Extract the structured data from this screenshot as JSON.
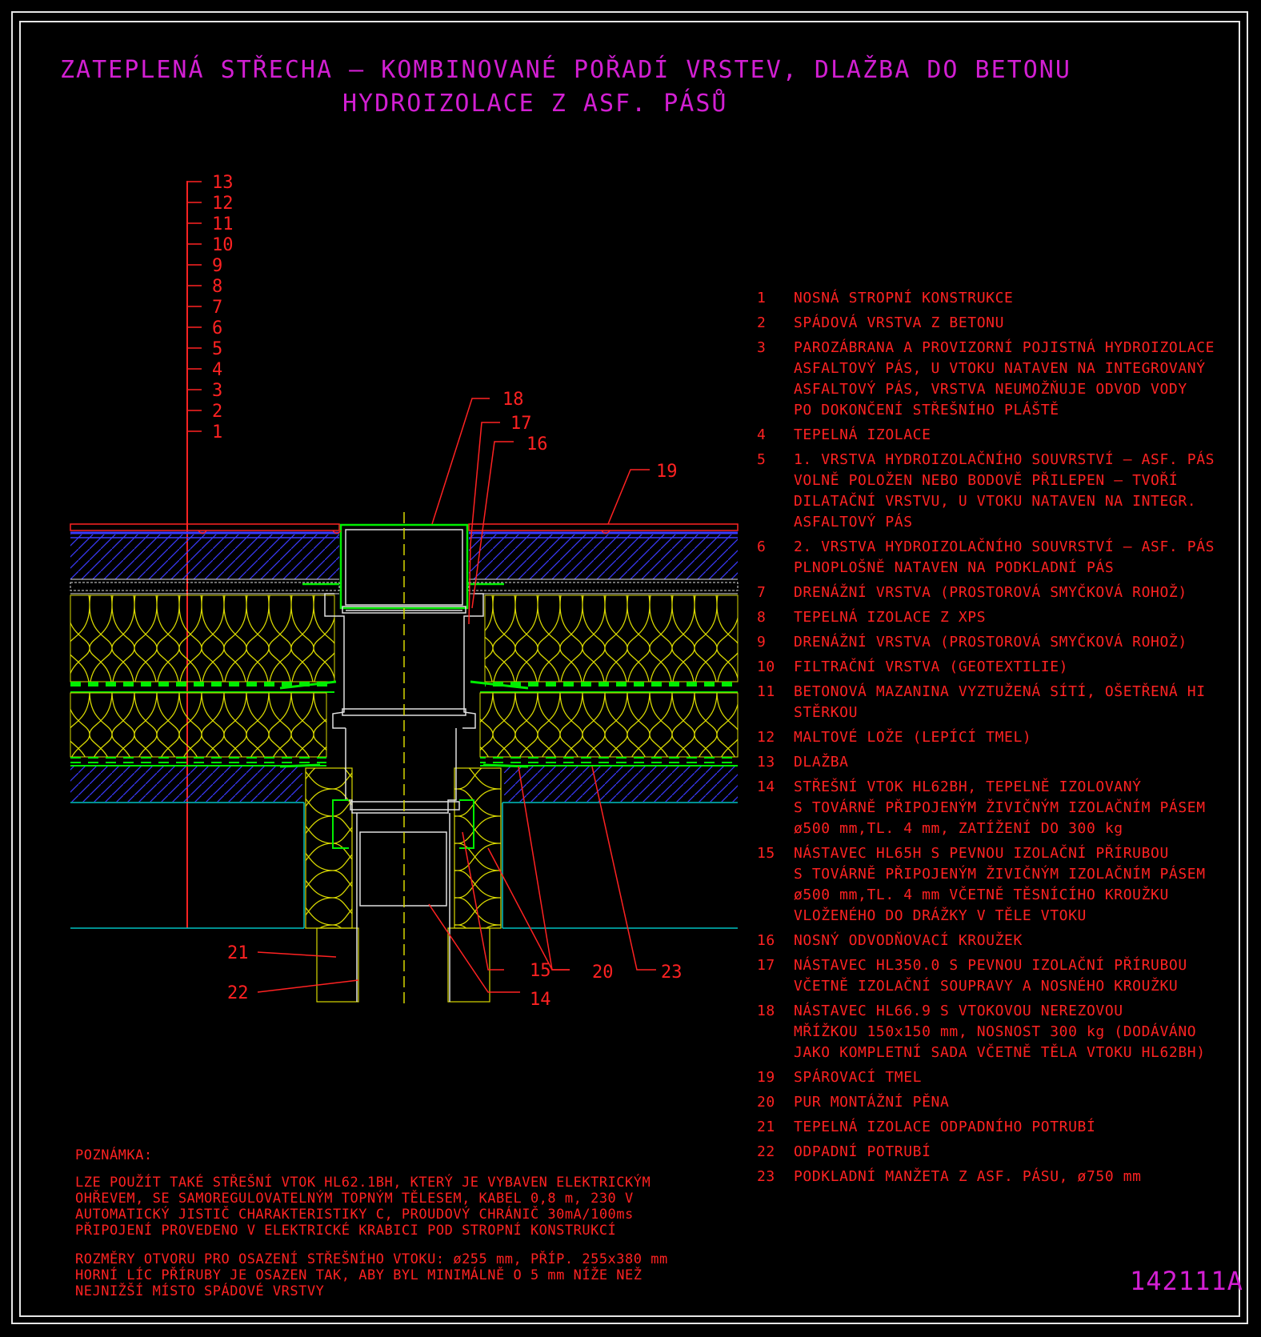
{
  "title": {
    "line1": "ZATEPLENÁ STŘECHA – KOMBINOVANÉ POŘADÍ VRSTEV, DLAŽBA DO BETONU",
    "line2": "HYDROIZOLACE Z ASF. PÁSŮ"
  },
  "layer_labels": [
    "13",
    "12",
    "11",
    "10",
    "9",
    "8",
    "7",
    "6",
    "5",
    "4",
    "3",
    "2",
    "1"
  ],
  "callouts": {
    "c14": "14",
    "c15": "15",
    "c16": "16",
    "c17": "17",
    "c18": "18",
    "c19": "19",
    "c20": "20",
    "c21": "21",
    "c22": "22",
    "c23": "23"
  },
  "legend": [
    {
      "num": "1",
      "text": "NOSNÁ STROPNÍ KONSTRUKCE"
    },
    {
      "num": "2",
      "text": "SPÁDOVÁ VRSTVA Z BETONU"
    },
    {
      "num": "3",
      "text": "PAROZÁBRANA A PROVIZORNÍ POJISTNÁ HYDROIZOLACE\nASFALTOVÝ PÁS, U VTOKU NATAVEN NA INTEGROVANÝ\nASFALTOVÝ PÁS, VRSTVA NEUMOŽŇUJE ODVOD VODY\nPO DOKONČENÍ STŘEŠNÍHO PLÁŠTĚ"
    },
    {
      "num": "4",
      "text": "TEPELNÁ IZOLACE"
    },
    {
      "num": "5",
      "text": "1. VRSTVA HYDROIZOLAČNÍHO SOUVRSTVÍ – ASF. PÁS\nVOLNĚ POLOŽEN NEBO BODOVĚ PŘILEPEN – TVOŘÍ\nDILATAČNÍ VRSTVU, U VTOKU NATAVEN NA INTEGR.\nASFALTOVÝ PÁS"
    },
    {
      "num": "6",
      "text": "2. VRSTVA HYDROIZOLAČNÍHO SOUVRSTVÍ – ASF. PÁS\nPLNOPLOŠNĚ NATAVEN NA PODKLADNÍ PÁS"
    },
    {
      "num": "7",
      "text": "DRENÁŽNÍ VRSTVA (PROSTOROVÁ SMYČKOVÁ ROHOŽ)"
    },
    {
      "num": "8",
      "text": "TEPELNÁ IZOLACE Z XPS"
    },
    {
      "num": "9",
      "text": "DRENÁŽNÍ VRSTVA (PROSTOROVÁ SMYČKOVÁ ROHOŽ)"
    },
    {
      "num": "10",
      "text": "FILTRAČNÍ VRSTVA (GEOTEXTILIE)"
    },
    {
      "num": "11",
      "text": "BETONOVÁ MAZANINA VYZTUŽENÁ SÍTÍ, OŠETŘENÁ HI STĚRKOU"
    },
    {
      "num": "12",
      "text": "MALTOVÉ LOŽE (LEPÍCÍ TMEL)"
    },
    {
      "num": "13",
      "text": "DLAŽBA"
    },
    {
      "num": "14",
      "text": "STŘEŠNÍ VTOK HL62BH, TEPELNĚ IZOLOVANÝ\nS TOVÁRNĚ PŘIPOJENÝM ŽIVIČNÝM IZOLAČNÍM PÁSEM\nø500 mm,TL. 4 mm, ZATÍŽENÍ DO 300 kg"
    },
    {
      "num": "15",
      "text": "NÁSTAVEC HL65H S PEVNOU IZOLAČNÍ PŘÍRUBOU\nS TOVÁRNĚ PŘIPOJENÝM ŽIVIČNÝM IZOLAČNÍM PÁSEM\nø500 mm,TL. 4 mm VČETNĚ TĚSNÍCÍHO KROUŽKU\nVLOŽENÉHO DO DRÁŽKY V TĚLE VTOKU"
    },
    {
      "num": "16",
      "text": "NOSNÝ ODVODŇOVACÍ KROUŽEK"
    },
    {
      "num": "17",
      "text": "NÁSTAVEC HL350.0 S PEVNOU IZOLAČNÍ PŘÍRUBOU\nVČETNĚ IZOLAČNÍ SOUPRAVY A NOSNÉHO KROUŽKU"
    },
    {
      "num": "18",
      "text": "NÁSTAVEC HL66.9 S VTOKOVOU NEREZOVOU\nMŘÍŽKOU 150x150 mm, NOSNOST 300 kg (DODÁVÁNO\nJAKO KOMPLETNÍ SADA VČETNĚ TĚLA VTOKU HL62BH)"
    },
    {
      "num": "19",
      "text": "SPÁROVACÍ TMEL"
    },
    {
      "num": "20",
      "text": "PUR MONTÁŽNÍ PĚNA"
    },
    {
      "num": "21",
      "text": "TEPELNÁ IZOLACE ODPADNÍHO POTRUBÍ"
    },
    {
      "num": "22",
      "text": "ODPADNÍ POTRUBÍ"
    },
    {
      "num": "23",
      "text": "PODKLADNÍ MANŽETA Z ASF. PÁSU, ø750 mm"
    }
  ],
  "note": {
    "heading": "POZNÁMKA:",
    "para1": "LZE POUŽÍT TAKÉ STŘEŠNÍ VTOK HL62.1BH, KTERÝ JE VYBAVEN ELEKTRICKÝM\nOHŘEVEM, SE SAMOREGULOVATELNÝM TOPNÝM TĚLESEM, KABEL 0,8 m, 230 V\nAUTOMATICKÝ JISTIČ CHARAKTERISTIKY C, PROUDOVÝ CHRÁNIČ 30mA/100ms\nPŘIPOJENÍ PROVEDENO V ELEKTRICKÉ KRABICI POD STROPNÍ KONSTRUKCÍ",
    "para2": "ROZMĚRY OTVORU PRO OSAZENÍ STŘEŠNÍHO VTOKU: ø255 mm, PŘÍP. 255x380 mm\nHORNÍ LÍC PŘÍRUBY JE OSAZEN TAK, ABY BYL MINIMÁLNĚ O 5 mm NÍŽE NEŽ\nNEJNIŽŠÍ MÍSTO SPÁDOVÉ VRSTVY"
  },
  "drawing_number": "142111A",
  "colors": {
    "background": "#000000",
    "title": "#d21fd2",
    "text": "#ff2222",
    "frame": "#e6e6e6",
    "insulation": "#d8d800",
    "drainage": "#00ee00",
    "concrete_hatch": "#3a3aff",
    "outline": "#e0e0e0",
    "water_line": "#00c0c0"
  }
}
